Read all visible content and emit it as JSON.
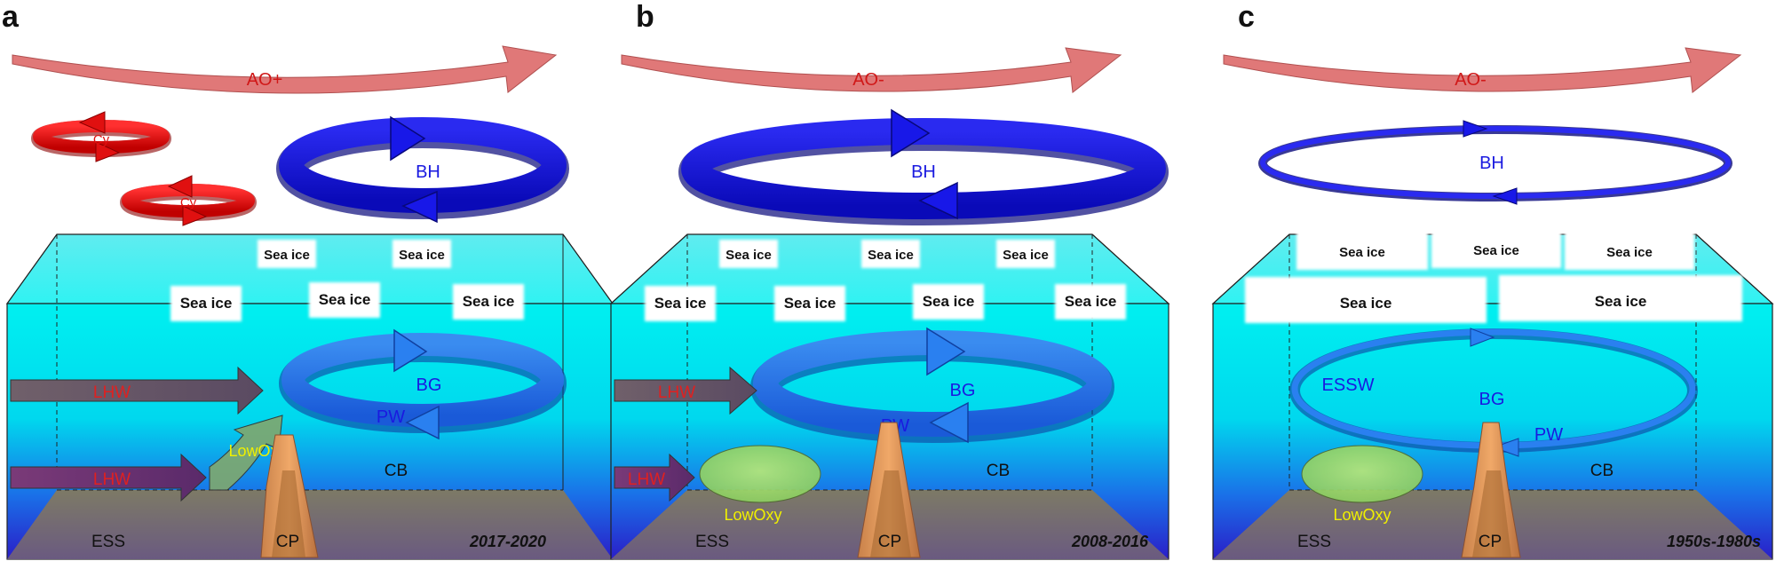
{
  "panels": [
    {
      "letter": "a",
      "ao_label": "AO+",
      "cyclone_label": "Cy",
      "bh_label": "BH",
      "sea_ice_back": [
        "Sea ice",
        "Sea ice"
      ],
      "sea_ice_front": [
        "Sea ice",
        "Sea ice",
        "Sea ice"
      ],
      "bg_label": "BG",
      "pw_label": "PW",
      "lhw_labels": [
        "LHW",
        "LHW"
      ],
      "lowoxy_label": "LowOxy",
      "cb_label": "CB",
      "ess_label": "ESS",
      "cp_label": "CP",
      "period": "2017-2020"
    },
    {
      "letter": "b",
      "ao_label": "AO-",
      "bh_label": "BH",
      "sea_ice_back": [
        "Sea ice",
        "Sea ice",
        "Sea ice"
      ],
      "sea_ice_front": [
        "Sea ice",
        "Sea ice",
        "Sea ice",
        "Sea ice"
      ],
      "bg_label": "BG",
      "pw_label": "PW",
      "lhw_labels": [
        "LHW",
        "LHW"
      ],
      "lowoxy_label": "LowOxy",
      "cb_label": "CB",
      "ess_label": "ESS",
      "cp_label": "CP",
      "period": "2008-2016"
    },
    {
      "letter": "c",
      "ao_label": "AO-",
      "bh_label": "BH",
      "sea_ice_back": [
        "Sea ice",
        "Sea ice",
        "Sea ice"
      ],
      "sea_ice_front": [
        "Sea ice",
        "Sea ice"
      ],
      "essw_label": "ESSW",
      "bg_label": "BG",
      "pw_label": "PW",
      "lowoxy_label": "LowOxy",
      "cb_label": "CB",
      "ess_label": "ESS",
      "cp_label": "CP",
      "period": "1950s-1980s"
    }
  ],
  "colors": {
    "ao_arrow": "#e07878",
    "cyclone_red": "#e01010",
    "bh_blue": "#1010e0",
    "bg_blue": "#1e6ee8",
    "water_top": "#00ecec",
    "water_bottom": "#2020c8",
    "floor": "#7a6a70",
    "lhw": "#6a3a6a",
    "lowoxy_green": "#a8e070",
    "ridge": "#d8965a",
    "red_text": "#e02020",
    "blue_text": "#1a1ae0",
    "yellow_text": "#f0f000"
  }
}
